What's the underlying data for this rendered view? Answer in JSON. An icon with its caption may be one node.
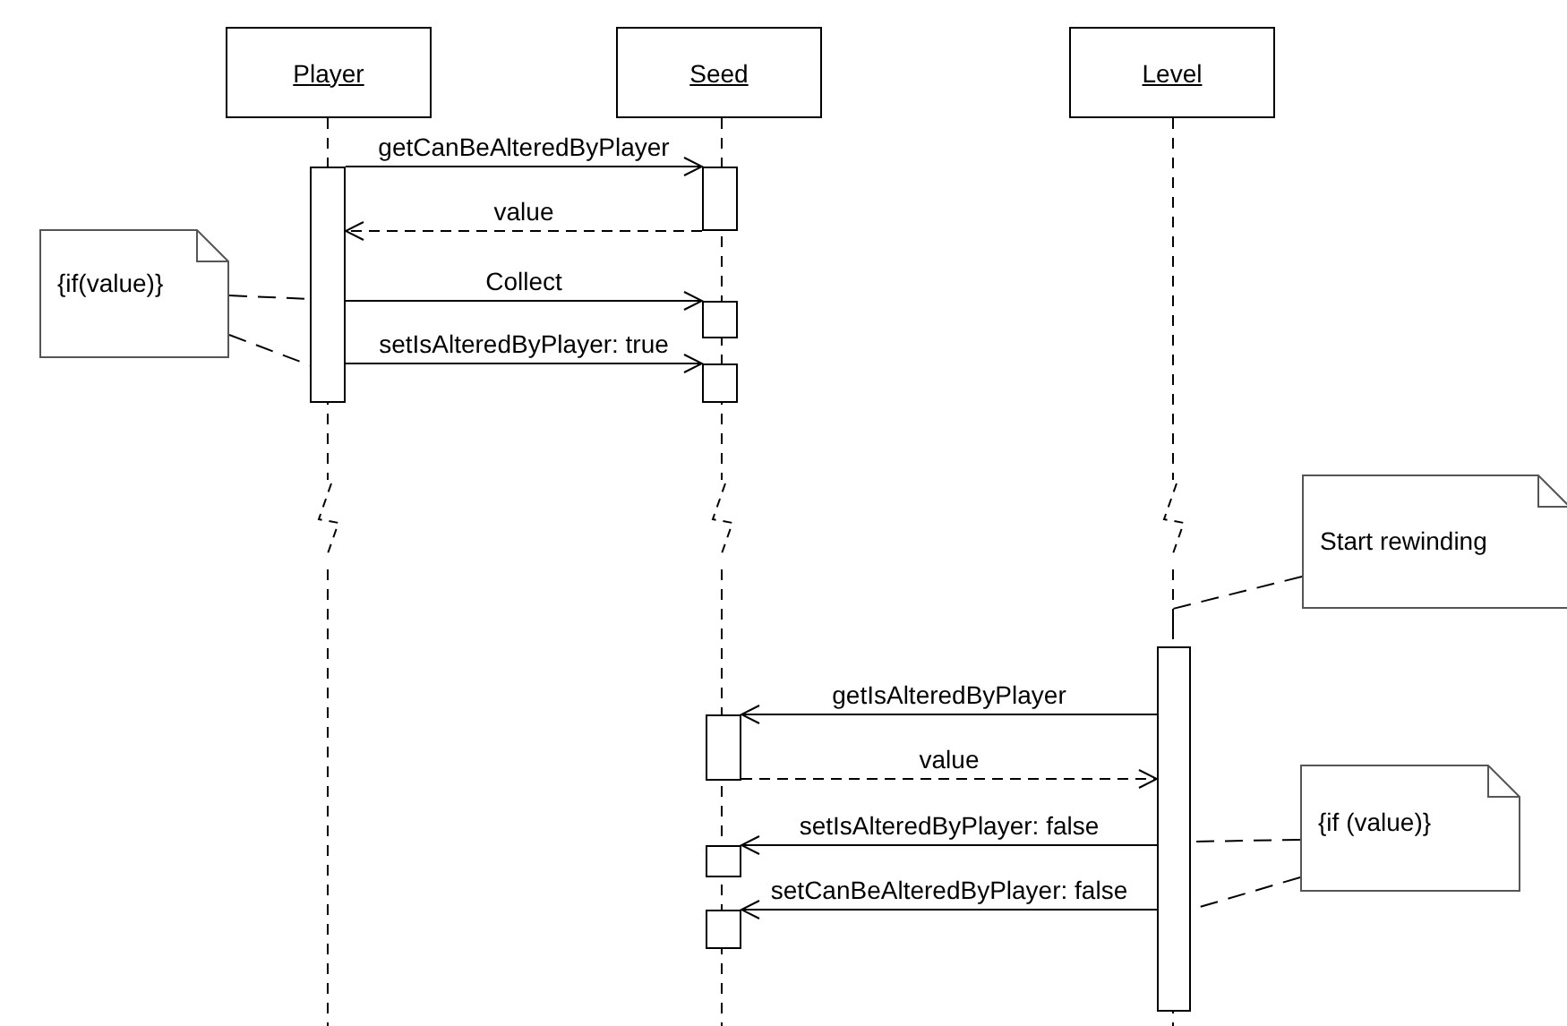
{
  "diagram": {
    "nodes": [
      {
        "text": [
          "Player"
        ]
      },
      {
        "text": [
          "Seed"
        ]
      },
      {
        "text": [
          "Level"
        ]
      },
      {
        "text": [],
        "shape": "bar"
      },
      {
        "text": [],
        "shape": "bar"
      },
      {
        "text": [],
        "shape": "bar"
      },
      {
        "text": [],
        "shape": "bar"
      },
      {
        "text": [],
        "shape": "bar"
      },
      {
        "text": [],
        "shape": "bar"
      },
      {
        "text": [],
        "shape": "bar"
      },
      {
        "text": [],
        "shape": "bar"
      },
      {
        "text": [
          "{if(value)}"
        ]
      },
      {
        "text": [
          "Start rewinding"
        ]
      },
      {
        "text": [
          "{if (value)}"
        ]
      }
    ],
    "edges": [
      {
        "from": 3,
        "to": 4,
        "arrow": "to",
        "label": "getCanBeAlteredByPlayer"
      },
      {
        "from": 4,
        "to": 3,
        "arrow": "to",
        "label": "value",
        "style": "dashed"
      },
      {
        "from": 3,
        "to": 5,
        "arrow": "to",
        "label": "Collect"
      },
      {
        "from": 3,
        "to": 6,
        "arrow": "to",
        "label": "setIsAlteredByPlayer: true"
      },
      {
        "from": 7,
        "to": 8,
        "arrow": "to",
        "label": "getIsAlteredByPlayer"
      },
      {
        "from": 8,
        "to": 7,
        "arrow": "to",
        "label": "value",
        "style": "dashed"
      },
      {
        "from": 7,
        "to": 9,
        "arrow": "to",
        "label": "setIsAlteredByPlayer: false"
      },
      {
        "from": 7,
        "to": 10,
        "arrow": "to",
        "label": "setCanBeAlteredByPlayer: false"
      },
      {
        "from": 11,
        "to": 3,
        "arrow": "none",
        "style": "dashed"
      },
      {
        "from": 11,
        "to": 3,
        "arrow": "none",
        "style": "dashed"
      },
      {
        "from": 12,
        "to": 7,
        "arrow": "none",
        "style": "dashed"
      },
      {
        "from": 13,
        "to": 7,
        "arrow": "none",
        "style": "dashed"
      },
      {
        "from": 13,
        "to": 7,
        "arrow": "none",
        "style": "dashed"
      }
    ]
  }
}
